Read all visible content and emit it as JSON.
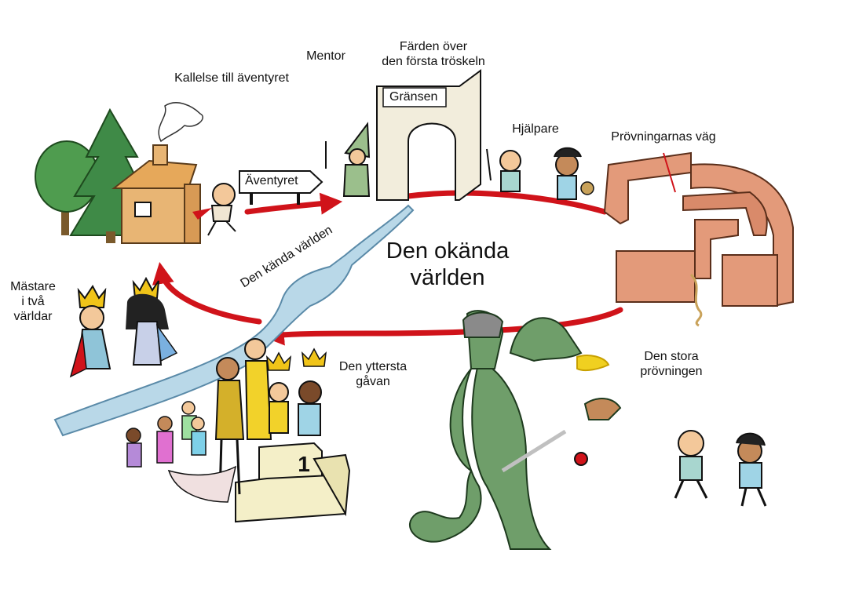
{
  "labels": {
    "call_to_adventure": "Kallelse till äventyret",
    "mentor": "Mentor",
    "crossing_threshold": "Färden över\nden första tröskeln",
    "border_sign": "Gränsen",
    "adventure_sign": "Äventyret",
    "helpers": "Hjälpare",
    "road_of_trials": "Prövningarnas väg",
    "known_world": "Den kända världen",
    "unknown_world": "Den okända\nvärlden",
    "master_of_two_worlds": "Mästare\ni två\nvärldar",
    "ultimate_boon": "Den yttersta\ngåvan",
    "supreme_ordeal": "Den stora\nprövningen",
    "podium_number": "1"
  },
  "colors": {
    "path_red": "#d0131a",
    "river_blue": "#b9d8e8",
    "river_edge": "#5a8aa8",
    "dragon_green": "#6f9e6a",
    "brick": "#e39a7a",
    "tree_green": "#3f8a47",
    "house": "#e8b574",
    "crown_gold": "#f0c419"
  },
  "icons": [
    "tree-icon",
    "house-icon",
    "hero-icon",
    "wizard-icon",
    "gate-icon",
    "labyrinth-icon",
    "dragon-icon",
    "king-icon",
    "podium-icon",
    "crowd-icon",
    "river-icon"
  ]
}
